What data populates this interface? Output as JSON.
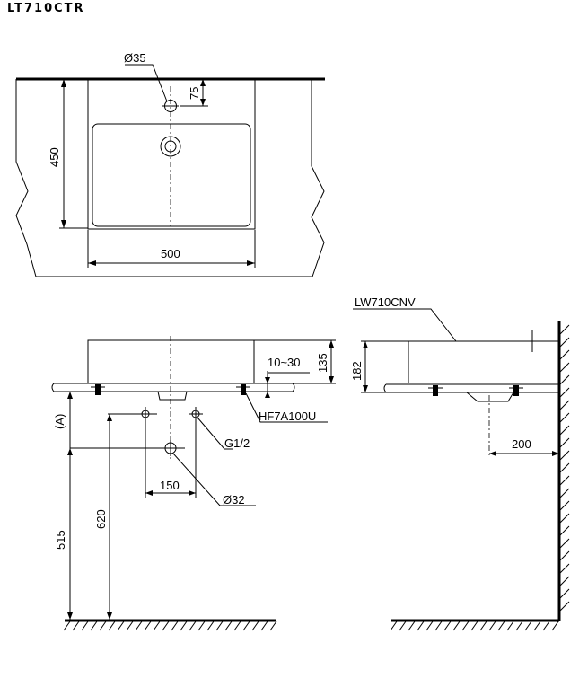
{
  "title": "LT710CTR",
  "labels": {
    "hole_diameter": "Ø35",
    "dim_75": "75",
    "dim_450": "450",
    "dim_500": "500",
    "model_cnv": "LW710CNV",
    "dim_10_30": "10~30",
    "dim_135": "135",
    "dim_182": "182",
    "model_hf": "HF7A100U",
    "marker_a": "(A)",
    "thread": "G1/2",
    "dim_150": "150",
    "drain_diameter": "Ø32",
    "dim_515": "515",
    "dim_620": "620",
    "dim_200": "200"
  }
}
